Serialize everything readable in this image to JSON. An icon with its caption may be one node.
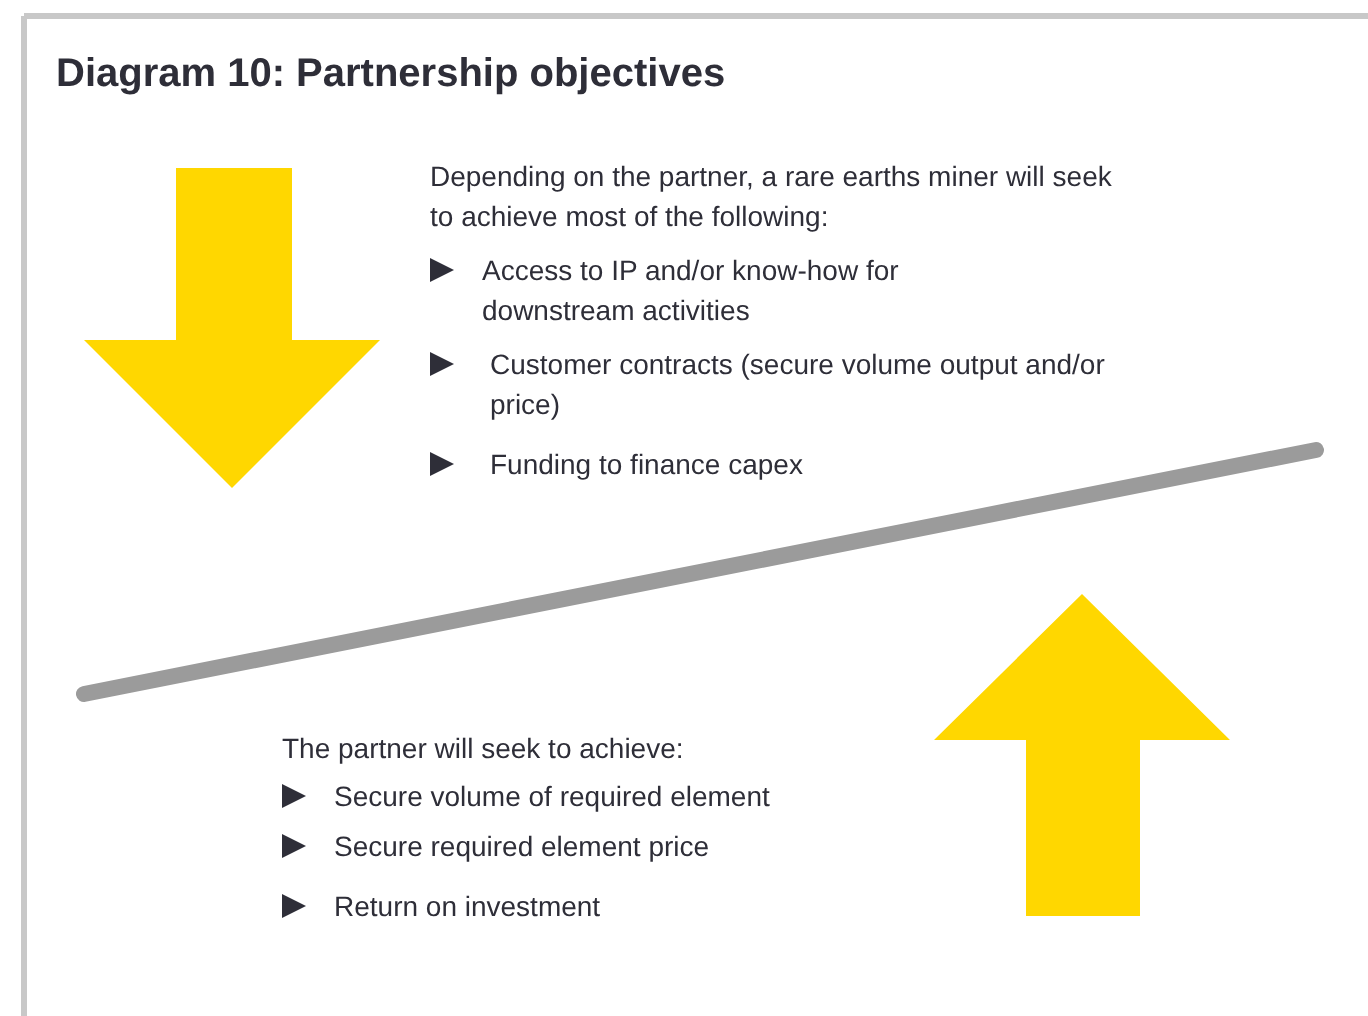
{
  "diagram": {
    "title": "Diagram 10: Partnership objectives",
    "labels": [
      "Depending on the partner, a rare earths miner will seek to achieve most of the following:",
      "Access to IP and/or know-how for downstream activities",
      "Customer contracts (secure volume output and/or price)",
      "Funding to finance capex",
      "The partner will seek to achieve:",
      "Secure volume of required element",
      "Secure required element price",
      "Return on investment"
    ]
  }
}
